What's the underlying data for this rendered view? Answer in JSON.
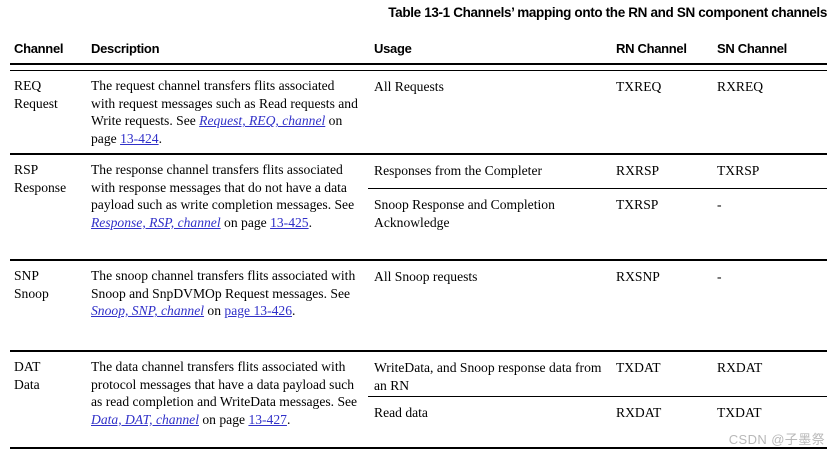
{
  "title": "Table 13-1 Channels’ mapping onto the RN and SN component channels",
  "colors": {
    "link": "#3030c8",
    "rule": "#000000",
    "text": "#000000",
    "watermark": "#b9b9b9",
    "background": "#ffffff"
  },
  "columns": {
    "channel": "Channel",
    "description": "Description",
    "usage": "Usage",
    "rn_channel": "RN Channel",
    "sn_channel": "SN Channel"
  },
  "rows": [
    {
      "channel_abbr": "REQ",
      "channel_name": "Request",
      "description_prefix": "The request channel transfers flits associated with request messages such as Read requests and Write requests. See ",
      "description_link": "Request, REQ, channel",
      "description_mid": " on page ",
      "description_page": "13-424",
      "description_suffix": ".",
      "subrows": [
        {
          "usage": "All Requests",
          "rn": "TXREQ",
          "sn": "RXREQ"
        }
      ]
    },
    {
      "channel_abbr": "RSP",
      "channel_name": "Response",
      "description_prefix": "The response channel transfers flits associated with response messages that do not have a data payload such as write completion messages. See ",
      "description_link": "Response, RSP, channel",
      "description_mid": " on page ",
      "description_page": "13-425",
      "description_suffix": ".",
      "subrows": [
        {
          "usage": "Responses from the Completer",
          "rn": "RXRSP",
          "sn": "TXRSP"
        },
        {
          "usage": "Snoop Response and Completion Acknowledge",
          "rn": "TXRSP",
          "sn": "-"
        }
      ]
    },
    {
      "channel_abbr": "SNP",
      "channel_name": "Snoop",
      "description_prefix": "The snoop channel transfers flits associated with Snoop and SnpDVMOp Request messages. See ",
      "description_link": "Snoop, SNP, channel",
      "description_mid": " on ",
      "description_page": "page 13-426",
      "description_suffix": ".",
      "subrows": [
        {
          "usage": "All Snoop requests",
          "rn": "RXSNP",
          "sn": "-"
        }
      ]
    },
    {
      "channel_abbr": "DAT",
      "channel_name": "Data",
      "description_prefix": "The data channel transfers flits associated with protocol messages that have a data payload such as read completion and WriteData messages. See ",
      "description_link": "Data, DAT, channel",
      "description_mid": " on page ",
      "description_page": "13-427",
      "description_suffix": ".",
      "subrows": [
        {
          "usage": "WriteData, and Snoop response data from an RN",
          "rn": "TXDAT",
          "sn": "RXDAT"
        },
        {
          "usage": "Read data",
          "rn": "RXDAT",
          "sn": "TXDAT"
        }
      ]
    }
  ],
  "watermark": "CSDN @子墨祭"
}
